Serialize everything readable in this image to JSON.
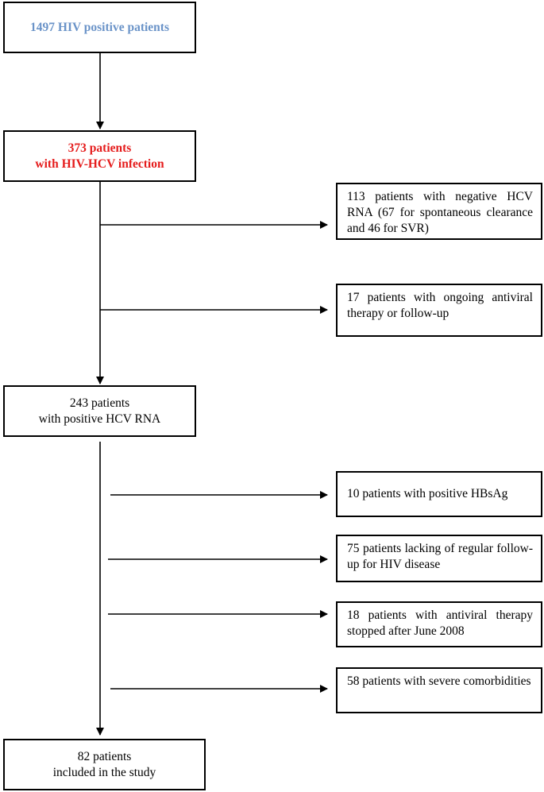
{
  "nodes": {
    "total": {
      "text": "1497 HIV positive patients",
      "color": "#6a93c8"
    },
    "coinfected": {
      "line1": "373 patients",
      "line2": "with HIV-HCV infection",
      "color": "#e51c1c"
    },
    "positive_rna": {
      "line1": "243 patients",
      "line2": "with positive HCV RNA"
    },
    "included": {
      "line1": "82 patients",
      "line2": "included in the study"
    }
  },
  "exclusions": {
    "negative_rna": "113 patients with negative HCV RNA (67 for spontaneous clearance and 46 for SVR)",
    "ongoing_therapy": "17 patients with ongoing antiviral therapy or follow-up",
    "hbsag": "10 patients with positive HBsAg",
    "lacking_followup": "75 patients lacking of regular follow-up for HIV disease",
    "stopped_therapy": "18 patients with antiviral therapy stopped after June 2008",
    "comorbidities": "58 patients with severe comorbidities"
  }
}
